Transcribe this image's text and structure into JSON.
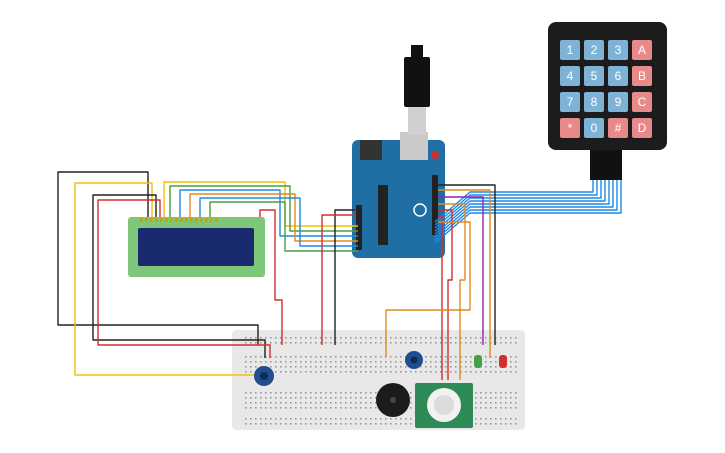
{
  "scene": {
    "type": "circuit-schematic",
    "components": [
      "arduino-uno",
      "lcd-16x2",
      "keypad-4x4",
      "breadboard",
      "potentiometer",
      "potentiometer",
      "piezo-buzzer",
      "pir-sensor",
      "led-green",
      "led-red",
      "usb-cable"
    ]
  },
  "keypad": {
    "rows": [
      [
        {
          "label": "1",
          "color": "#7fb3d5"
        },
        {
          "label": "2",
          "color": "#7fb3d5"
        },
        {
          "label": "3",
          "color": "#7fb3d5"
        },
        {
          "label": "A",
          "color": "#e88a8a"
        }
      ],
      [
        {
          "label": "4",
          "color": "#7fb3d5"
        },
        {
          "label": "5",
          "color": "#7fb3d5"
        },
        {
          "label": "6",
          "color": "#7fb3d5"
        },
        {
          "label": "B",
          "color": "#e88a8a"
        }
      ],
      [
        {
          "label": "7",
          "color": "#7fb3d5"
        },
        {
          "label": "8",
          "color": "#7fb3d5"
        },
        {
          "label": "9",
          "color": "#7fb3d5"
        },
        {
          "label": "C",
          "color": "#e88a8a"
        }
      ],
      [
        {
          "label": "*",
          "color": "#e88a8a"
        },
        {
          "label": "0",
          "color": "#7fb3d5"
        },
        {
          "label": "#",
          "color": "#e88a8a"
        },
        {
          "label": "D",
          "color": "#e88a8a"
        }
      ]
    ]
  },
  "colors": {
    "arduino": "#1f6fa5",
    "lcd_board": "#7ec77a",
    "lcd_screen": "#1a2a6e",
    "breadboard": "#e8e8e8",
    "keypad_body": "#1c1c1c",
    "pir_board": "#2e8b57",
    "wire_red": "#d32f2f",
    "wire_black": "#222222",
    "wire_yellow": "#f2c200",
    "wire_orange": "#e08a1e",
    "wire_blue": "#1e88e5",
    "wire_green": "#43a047",
    "wire_purple": "#8e24aa"
  }
}
